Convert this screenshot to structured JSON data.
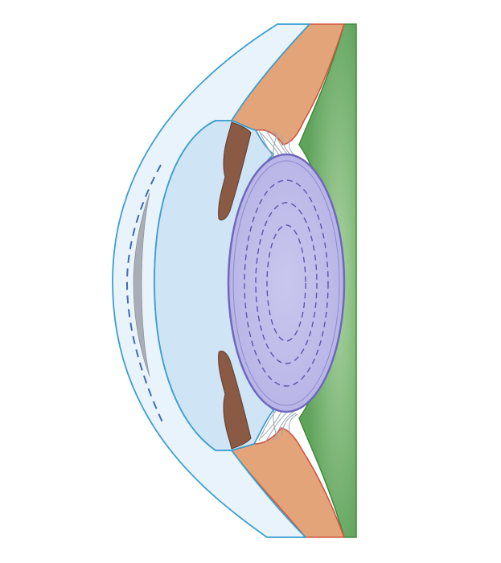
{
  "diagram": {
    "subject": "eye-anterior-segment-cross-section",
    "parts": [
      "cornea",
      "corneal-epithelium",
      "corneal-inner-layer",
      "anterior-chamber",
      "iris",
      "sclera-ciliary-body",
      "zonular-fibers",
      "lens",
      "lens-nucleus-rings",
      "vitreous-body"
    ],
    "colors": {
      "outline_blue": "#3b9fd0",
      "cornea_fill": "#e9f3fb",
      "chamber_fill": "#cfe5f6",
      "sclera_fill": "#e4a47a",
      "sclera_stroke": "#d0573f",
      "iris_fill": "#8a5a44",
      "lens_fill": "#b7b4e6",
      "lens_stroke": "#6f68bd",
      "lens_rings": "#5b55a8",
      "vitreous_mid": "#a9d2a0",
      "vitreous_edge": "#5fa35c",
      "vitreous_stroke": "#3d8a3b",
      "epithelium_gray": "#a8adb6",
      "dashed_blue": "#3f6bb0",
      "zonule_stroke": "#9aa5b5"
    }
  }
}
